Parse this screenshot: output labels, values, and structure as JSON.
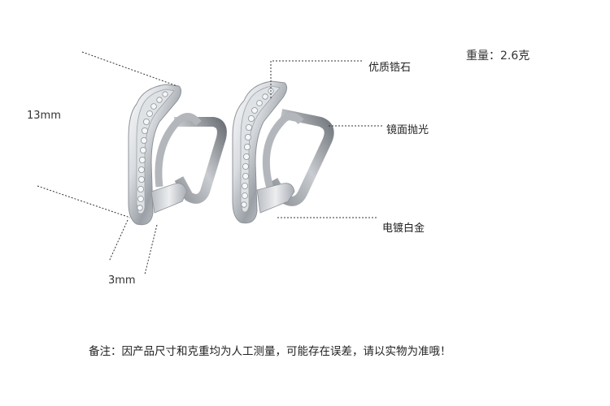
{
  "product": {
    "weight_label": "重量：2.6克"
  },
  "dimensions": {
    "height": "13mm",
    "width": "3mm"
  },
  "features": {
    "stones": "优质锆石",
    "polish": "镜面抛光",
    "plating": "电镀白金"
  },
  "footer": {
    "note": "备注：因产品尺寸和克重均为人工测量，可能存在误差，请以实物为准哦！"
  },
  "colors": {
    "metal_light": "#f2f3f5",
    "metal_mid": "#c7cacf",
    "metal_dark": "#7d8187",
    "stone": "#e9ecef",
    "guide_line": "#333333"
  }
}
